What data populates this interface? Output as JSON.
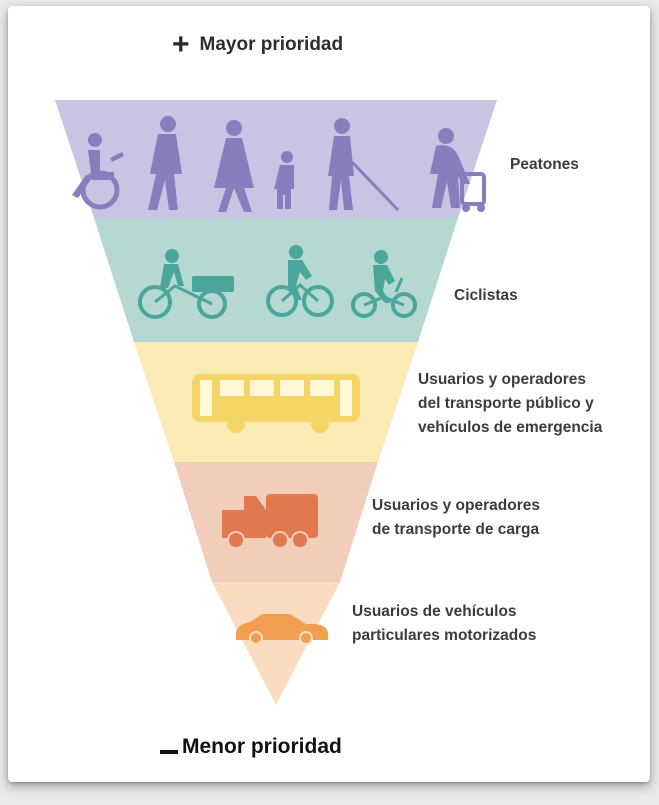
{
  "header": {
    "label": "Mayor prioridad",
    "icon": "plus-icon"
  },
  "footer": {
    "label": "Menor prioridad",
    "icon": "minus-icon"
  },
  "tiers": [
    {
      "name": "peatones",
      "lines": [
        "Peatones"
      ],
      "color": "#c8c4e3",
      "icon_color": "#8a7dbd",
      "icons": [
        "wheelchair-user-icon",
        "walking-man-icon",
        "walking-woman-icon",
        "child-icon",
        "blind-person-cane-icon",
        "elderly-walker-icon"
      ]
    },
    {
      "name": "ciclistas",
      "lines": [
        "Ciclistas"
      ],
      "color": "#b5d8d3",
      "icon_color": "#4aa69a",
      "icons": [
        "cargo-tricycle-icon",
        "cyclist-icon",
        "folding-bike-cyclist-icon"
      ]
    },
    {
      "name": "transporte-publico",
      "lines": [
        "Usuarios y operadores",
        "del transporte público y",
        "vehículos de emergencia"
      ],
      "color": "#faeab4",
      "icon_color": "#f5d565",
      "icons": [
        "bus-icon"
      ]
    },
    {
      "name": "transporte-carga",
      "lines": [
        "Usuarios y operadores",
        "de transporte de carga"
      ],
      "color": "#f2cdb9",
      "icon_color": "#e07a4e",
      "icons": [
        "garbage-truck-icon"
      ]
    },
    {
      "name": "vehiculos-particulares",
      "lines": [
        "Usuarios de vehículos",
        "particulares motorizados"
      ],
      "color": "#fbdcc0",
      "icon_color": "#f0a050",
      "icons": [
        "car-icon"
      ]
    }
  ]
}
